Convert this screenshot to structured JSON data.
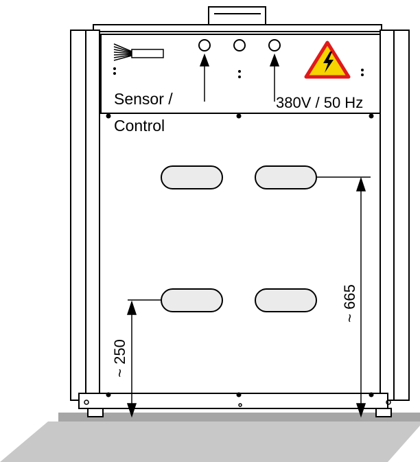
{
  "labels": {
    "sensor_line1": "Sensor /",
    "sensor_line2": "Control",
    "power": "380V / 50 Hz"
  },
  "dimensions": {
    "vertical_long": "~ 665",
    "vertical_short": "~ 250"
  },
  "colors": {
    "line": "#000000",
    "floor": "#a6a6a6",
    "floor_shadow": "#c8c8c8",
    "oval_fill": "#ebebeb",
    "warning_fill": "#f5d400",
    "warning_border": "#e0191b"
  },
  "icons": {
    "warning": "high-voltage-warning-icon",
    "cable": "cable-bundle-icon"
  }
}
